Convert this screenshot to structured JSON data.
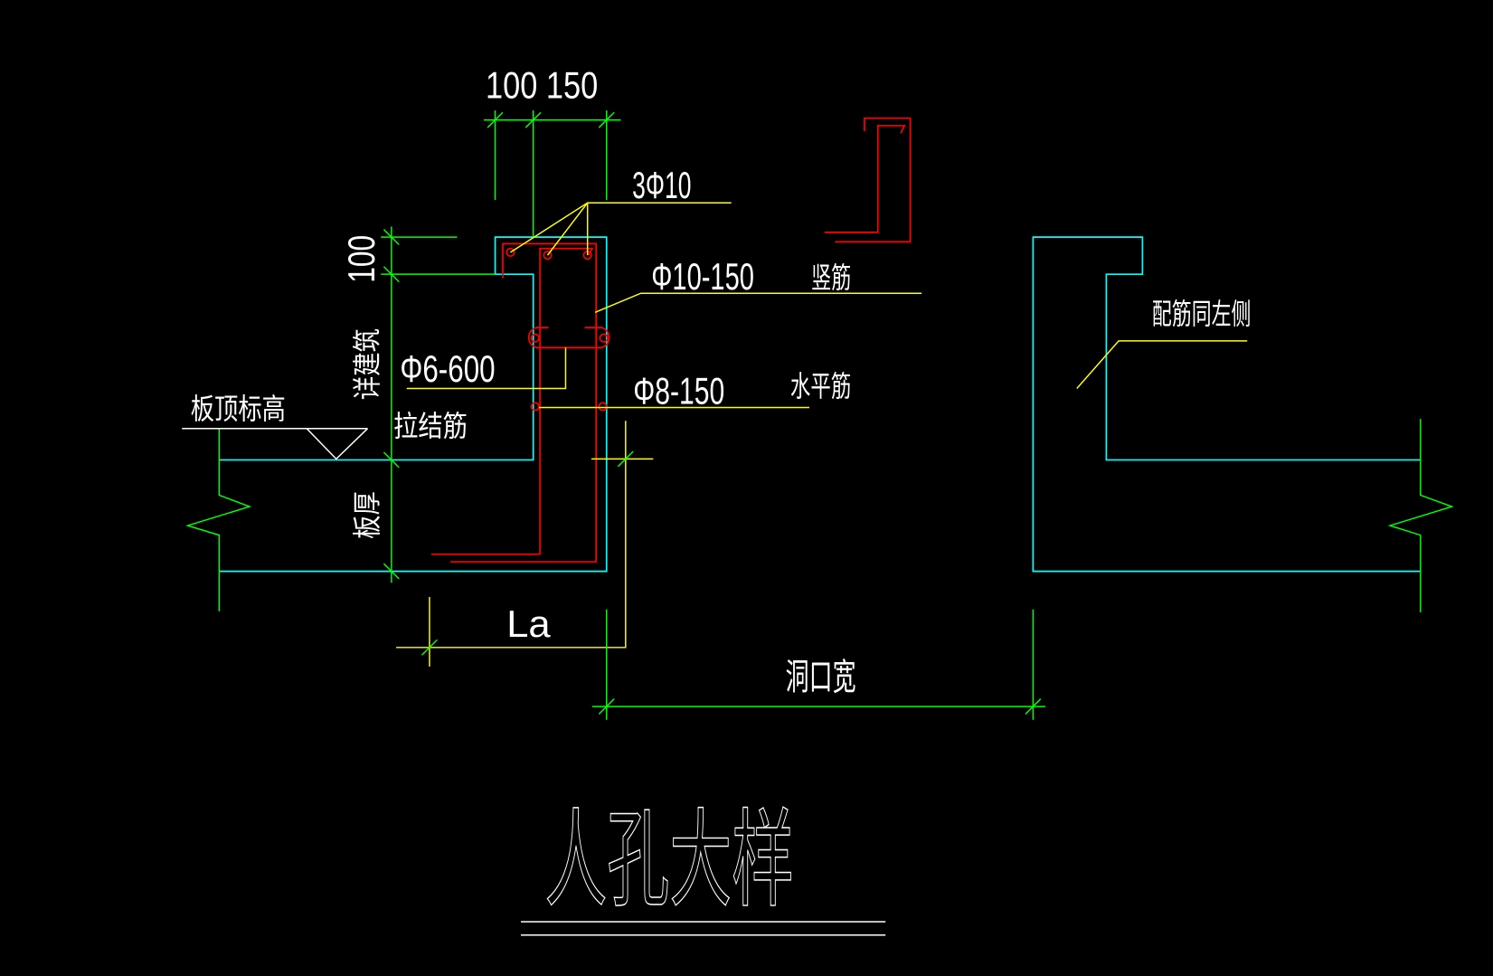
{
  "drawing": {
    "title": "人孔大样",
    "dims": {
      "top": "100 150",
      "left": "100",
      "la": "La",
      "opening_width": "洞口宽"
    },
    "labels": {
      "top_bars": "3Φ10",
      "vertical_bar_spec": "Φ10-150",
      "vertical_bar_name": "竖筋",
      "tie_spec": "Φ6-600",
      "tie_name": "拉结筋",
      "horizontal_bar_spec": "Φ8-150",
      "horizontal_bar_name": "水平筋",
      "slab_top_elevation": "板顶标高",
      "see_architecture": "详建筑",
      "slab_thickness": "板厚",
      "same_as_left": "配筋同左侧"
    },
    "colors": {
      "concrete": "#00ffff",
      "dimension": "#00ff00",
      "leader": "#ffff00",
      "rebar": "#ff0000",
      "text": "#ffffff"
    }
  }
}
